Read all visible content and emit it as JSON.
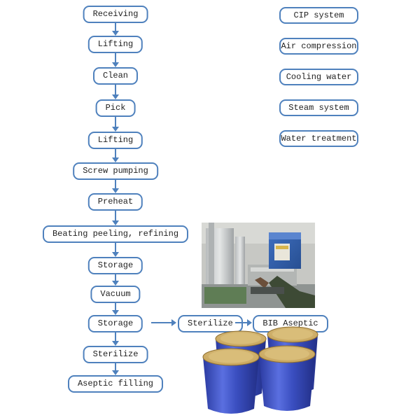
{
  "flow": {
    "steps": [
      {
        "label": "Receiving"
      },
      {
        "label": "Lifting"
      },
      {
        "label": "Clean"
      },
      {
        "label": "Pick"
      },
      {
        "label": "Lifting"
      },
      {
        "label": "Screw pumping"
      },
      {
        "label": "Preheat"
      },
      {
        "label": "Beating peeling, refining"
      },
      {
        "label": "Storage"
      },
      {
        "label": "Vacuum"
      },
      {
        "label": "Storage"
      },
      {
        "label": "Sterilize"
      },
      {
        "label": "Aseptic filling"
      }
    ],
    "branch": [
      {
        "label": "Sterilize"
      },
      {
        "label": "BIB Aseptic"
      }
    ]
  },
  "utilities": [
    {
      "label": "CIP system"
    },
    {
      "label": "Air compression"
    },
    {
      "label": "Cooling water"
    },
    {
      "label": "Steam system"
    },
    {
      "label": "Water treatment"
    }
  ],
  "images": {
    "machine_photo_alt": "bag-in-box aseptic filling machine with operator hand",
    "drums_photo_alt": "blue drums with golden lids"
  },
  "colors": {
    "box_border": "#4f81bd",
    "arrow": "#4f81bd",
    "drum_body": "#3a4ec0",
    "drum_lid": "#c9a75f"
  }
}
